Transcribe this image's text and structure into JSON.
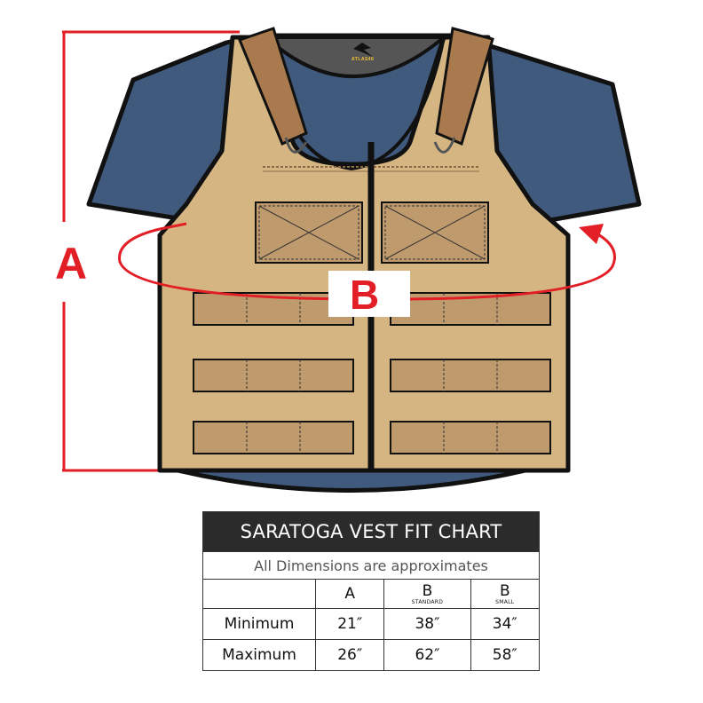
{
  "figure": {
    "dimension_a_label": "A",
    "dimension_b_label": "B",
    "brand_mark_text": "ATLAS46",
    "colors": {
      "shirt": "#3f5a7c",
      "vest": "#d5b683",
      "vest_panel": "#bf9a6d",
      "strap": "#a97a4d",
      "dimension_red": "#e21e26",
      "outline": "#111111"
    }
  },
  "fit_chart": {
    "title": "SARATOGA VEST FIT CHART",
    "subtitle": "All Dimensions are approximates",
    "columns": [
      {
        "main": "A",
        "sub": ""
      },
      {
        "main": "B",
        "sub": "STANDARD"
      },
      {
        "main": "B",
        "sub": "SMALL"
      }
    ],
    "rows": [
      {
        "label": "Minimum",
        "values": [
          "21″",
          "38″",
          "34″"
        ]
      },
      {
        "label": "Maximum",
        "values": [
          "26″",
          "62″",
          "58″"
        ]
      }
    ],
    "colors": {
      "title_bg": "#2b2b2b",
      "title_text": "#ffffff",
      "border": "#333333"
    }
  }
}
